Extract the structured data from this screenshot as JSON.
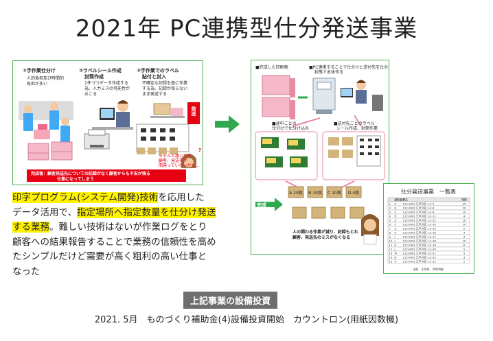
{
  "title": "2021年 PC連携型仕分発送事業",
  "before": {
    "step1_title": "①手作業仕分け",
    "step1_desc1": "人的負担及び時間的",
    "step1_desc2": "負担が多い",
    "step2_title": "②ラベルシール作成",
    "step2_title2": "封筒作成",
    "step2_desc1": "1件づつデータ作成する",
    "step2_desc2": "為、人力ミスの可能性が",
    "step2_desc3": "おこる",
    "step3_title": "③手作業でのラベル",
    "step3_title2": "貼付と封入",
    "step3_desc1": "不確定な記録を基に作業",
    "step3_desc2": "する為、記録が残らない",
    "step3_desc3": "まま発送する",
    "ship_label": "発送",
    "worry1": "ちゃんと届いたら",
    "worry2": "顧客、発送先が",
    "worry3": "間違っていないかも…",
    "bottom_note1": "完成後：顧客発送先についての記録がなく顧客からも不安が残る",
    "bottom_note2": "仕事になってしまう"
  },
  "after": {
    "cap1": "■完成した印刷物",
    "cap2": "■PC連携することで仕分けと送付先を仕分けした",
    "cap2b": "状態で本体作る",
    "cap3": "■途中ごとの",
    "cap3b": "仕分けで仕分け込み",
    "cap4": "■送付先ごとのラベル",
    "cap4b": "シール作成、封筒作業",
    "done_label": "完成",
    "done_msg1": "人の関わる作業が減り、記録もとれ",
    "done_msg2": "顧客、発送先のミスがなくなる",
    "box_labels": [
      "A 20枚",
      "B 10枚",
      "C 10枚",
      "D 4枚"
    ]
  },
  "sheet": {
    "title": "仕分発送事業　一覧表",
    "headers": [
      "",
      "顧客番号",
      "宛先",
      "部数"
    ],
    "rows": [
      [
        "1",
        "A",
        "112-0001 江戸川区 1-2-3",
        "35"
      ],
      [
        "2",
        "B",
        "112-0001 江戸川区 1-2-6",
        "20"
      ],
      [
        "3",
        "C",
        "112-0001 江戸川区 1-2-9",
        "10"
      ],
      [
        "4",
        "D",
        "112-0001 江戸川区 1-2-11",
        "4"
      ],
      [
        "5",
        "E",
        "112-0001 江戸川区 1-2-12",
        "10"
      ],
      [
        "6",
        "F",
        "112-0001 江戸川区 1-2-14",
        "10"
      ],
      [
        "7",
        "G",
        "112-0001 江戸川区 1-2-15",
        "5"
      ],
      [
        "8",
        "H",
        "112-0001 江戸川区 1-2-16",
        "4"
      ],
      [
        "9",
        "I",
        "112-0001 江戸川区 1-2-17",
        "4"
      ],
      [
        "10",
        "J",
        "112-0001 江戸川区 1-2-18",
        "10"
      ],
      [
        "11",
        "K",
        "112-0001 江戸川区 1-2-19",
        "6"
      ],
      [
        "12",
        "L",
        "112-0001 江戸川区 1-2-20",
        "5"
      ],
      [
        "13",
        "M",
        "112-0001 江戸川区 1-2-21",
        "5"
      ],
      [
        "14",
        "N",
        "112-0001 江戸川区 1-2-22",
        "3"
      ],
      [
        "15",
        "O",
        "112-0001 江戸川区 1-2-23",
        "2"
      ]
    ],
    "footer": "合計　326件　20000部"
  },
  "description": {
    "hl1": "印字プログラム(システム開発)技術",
    "t1": "を応用した",
    "t2": "データ活用で、",
    "hl2": "指定場所へ指定数量を仕分け発送",
    "hl3": "する業務",
    "t3": "。難しい技術はないが作業ログをとり",
    "t4": "顧客への結果報告することで業務の信頼性を高め",
    "t5": "たシンプルだけど需要が高く粗利の高い仕事と",
    "t6": "なった"
  },
  "section_label": "上記事業の設備投資",
  "footer": "2021. 5月　ものづくり補助金(4)設備投資開始　カウントロン(用紙因数機)",
  "colors": {
    "green": "#2fa84f",
    "frame": "#4caf50",
    "highlight": "#fff200",
    "label_bg": "#6d6e70",
    "red": "#e60012"
  }
}
